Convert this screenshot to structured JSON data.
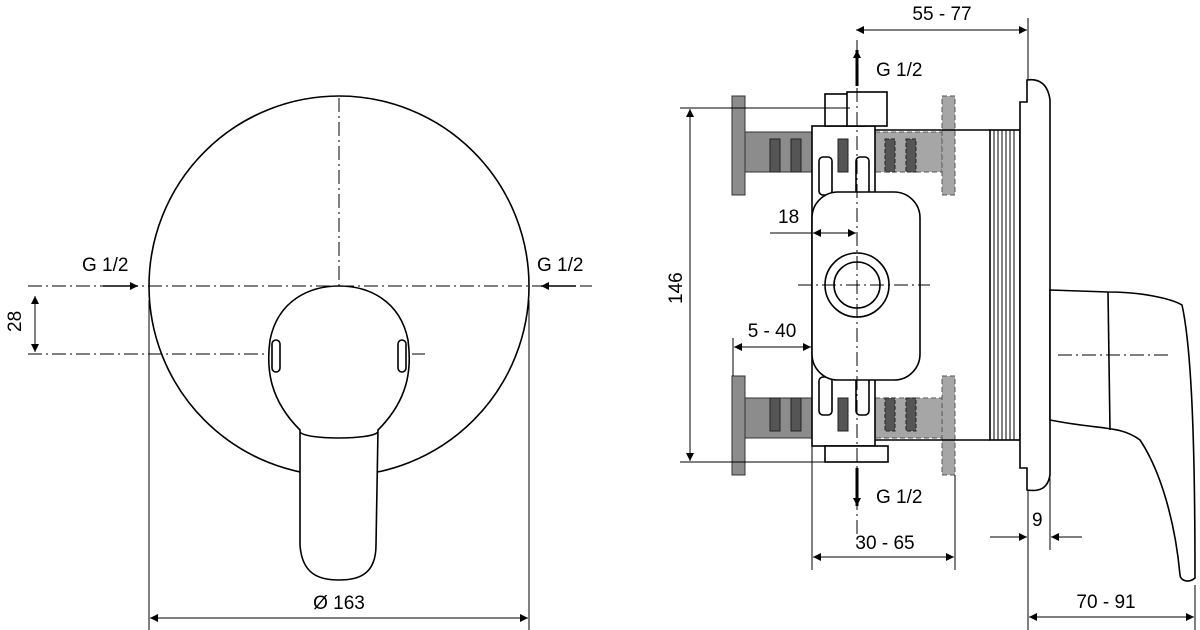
{
  "front_view": {
    "inlet_left_label": "G 1/2",
    "inlet_right_label": "G 1/2",
    "offset_dim": "28",
    "diameter_dim": "Ø 163"
  },
  "side_view": {
    "depth_dim_top": "55 - 77",
    "outlet_top_label": "G 1/2",
    "outlet_bottom_label": "G 1/2",
    "height_dim": "146",
    "axis_offset_dim": "18",
    "wall_range_dim": "5 - 40",
    "body_depth_dim": "30 - 65",
    "plate_dim": "9",
    "handle_projection_dim": "70 - 91"
  }
}
